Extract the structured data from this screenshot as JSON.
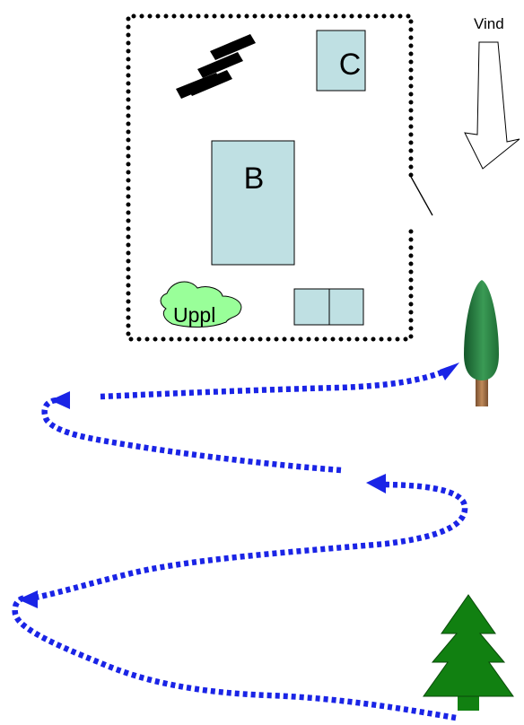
{
  "labels": {
    "building_b": "B",
    "building_c": "C",
    "wind": "Vind",
    "upplag": "Uppl"
  },
  "colors": {
    "building_fill": "#bfe0e3",
    "upplag_fill": "#99ff99",
    "path": "#1a24e6",
    "pine_dark": "#1f6e35",
    "pine_light": "#3fa55a",
    "trunk": "#a0704a",
    "spruce": "#118011"
  },
  "icons": {
    "wind_arrow": "wind-arrow-icon",
    "pine_tree": "pine-tree-icon",
    "spruce_tree": "spruce-tree-icon"
  }
}
